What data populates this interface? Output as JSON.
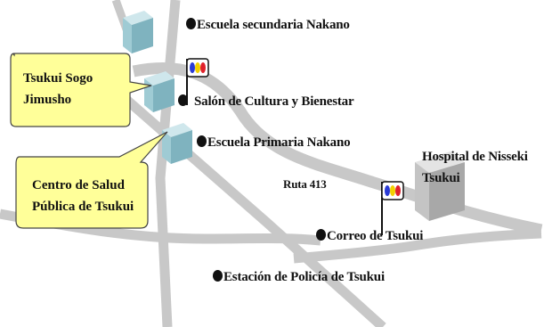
{
  "colors": {
    "road": "#c8c8c8",
    "building_light": "#cfe7ec",
    "building_mid": "#9fcbd4",
    "building_dark": "#7fb3bf",
    "hospital_light": "#e4e4e4",
    "hospital_mid": "#c4c4c4",
    "hospital_dark": "#a8a8a8",
    "callout_fill": "#ffff99",
    "callout_stroke": "#444444",
    "marker_blue": "#2a3bd6",
    "marker_yellow": "#f2d000",
    "marker_red": "#e0202a"
  },
  "places": {
    "escuela_secundaria": "Escuela secundaria Nakano",
    "salon_cultura": "Salón de Cultura y Bienestar",
    "escuela_primaria": "Escuela Primaria Nakano",
    "hospital_line1": "Hospital de Nisseki",
    "hospital_line2": "Tsukui",
    "correo": "Correo de Tsukui",
    "policia": "Estación de Policía de Tsukui"
  },
  "road_label": "Ruta 413",
  "callouts": {
    "sogo_line1": "Tsukui Sogo",
    "sogo_line2": "Jimusho",
    "salud_line1": "Centro de Salud",
    "salud_line2": "Pública de Tsukui"
  },
  "icons": {
    "bus_stop": "bus-stop-icon",
    "building": "building-icon",
    "place_dot": "place-dot-icon"
  }
}
